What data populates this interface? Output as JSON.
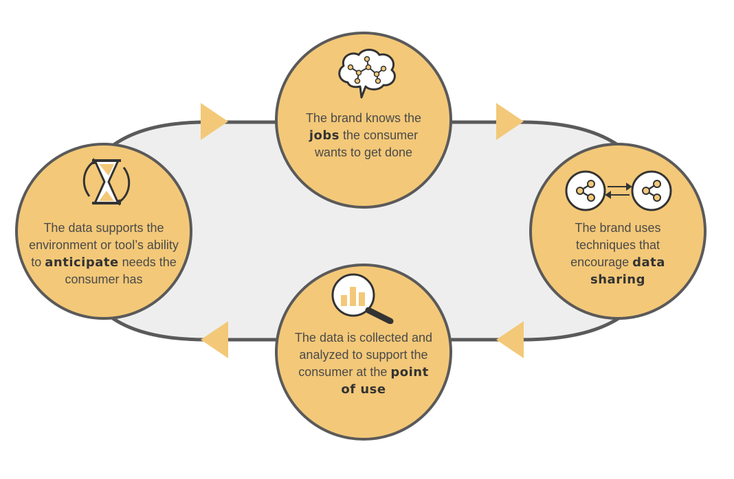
{
  "colors": {
    "node_fill": "#f3c878",
    "node_stroke": "#5a5a5a",
    "loop_fill": "#eeeeee",
    "arrow": "#f3c878"
  },
  "nodes": {
    "top": {
      "icon": "brain-network-icon",
      "pre": "The brand knows the ",
      "bold": "jobs",
      "post": " the consumer wants to get done"
    },
    "right": {
      "icon": "data-sharing-icon",
      "pre": "The brand uses techniques that encourage ",
      "bold": "data sharing",
      "post": ""
    },
    "bottom": {
      "icon": "magnify-chart-icon",
      "pre": "The data is collected and analyzed to support the consumer at the ",
      "bold": "point of use",
      "post": ""
    },
    "left": {
      "icon": "hourglass-cycle-icon",
      "pre": "The data supports the environment or tool’s ability to ",
      "bold": "anticipate",
      "post": " needs the consumer has"
    }
  }
}
